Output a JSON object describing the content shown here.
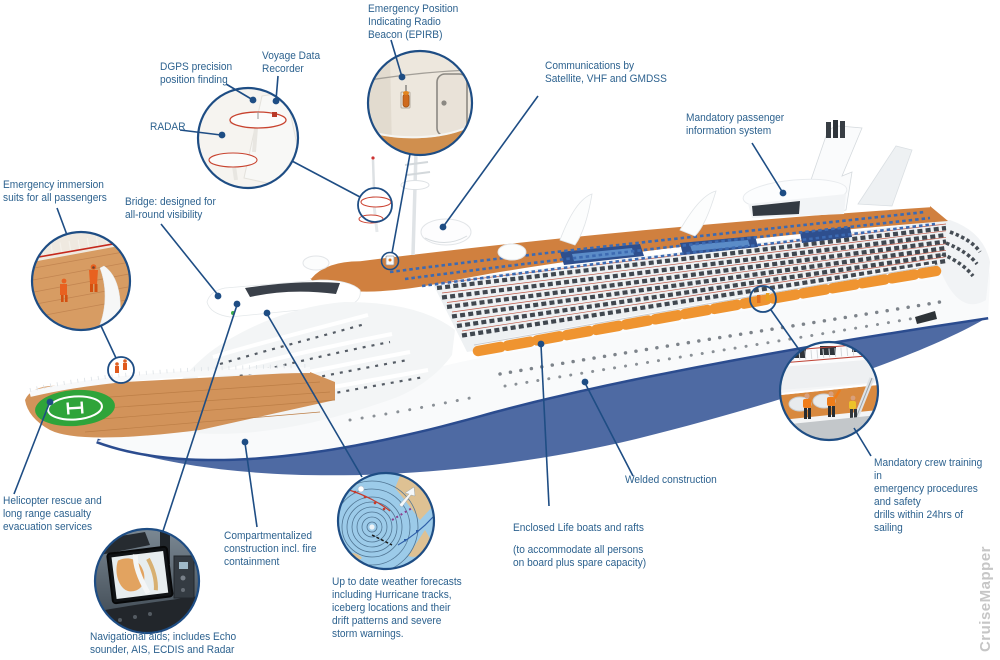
{
  "watermark": "CruiseMapper",
  "callouts": {
    "epirb": {
      "label": "Emergency Position\nIndicating Radio\nBeacon (EPIRB)"
    },
    "vdr": {
      "label": "Voyage Data\nRecorder"
    },
    "dgps": {
      "label": "DGPS precision\nposition finding"
    },
    "radar": {
      "label": "RADAR"
    },
    "comms": {
      "label": "Communications by\nSatellite, VHF and GMDSS"
    },
    "passenger_info": {
      "label": "Mandatory passenger\ninformation system"
    },
    "immersion_suits": {
      "label": "Emergency immersion\nsuits for all passengers"
    },
    "bridge": {
      "label": "Bridge: designed for\nall-round visibility"
    },
    "helicopter": {
      "label": "Helicopter rescue and\nlong range casualty\nevacuation services"
    },
    "nav_aids": {
      "label": "Navigational aids; includes Echo\nsounder, AIS, ECDIS and Radar"
    },
    "compartmentalized": {
      "label": "Compartmentalized\nconstruction incl. fire\ncontainment"
    },
    "weather": {
      "label": "Up to date weather forecasts\nincluding Hurricane tracks,\niceberg locations and their\ndrift patterns and severe\nstorm warnings."
    },
    "lifeboats": {
      "label": "Enclosed Life boats and rafts",
      "sublabel": "(to accommodate all persons\non board plus spare capacity)"
    },
    "welded": {
      "label": "Welded construction"
    },
    "crew_training": {
      "label": "Mandatory crew training in\nemergency procedures and safety\ndrills within 24hrs of sailing"
    }
  },
  "colors": {
    "label_text": "#2d628f",
    "connector_line": "#1e4d84",
    "hull_underwater_blue": "#4e6aa3",
    "waterline_navy": "#2b4c8f",
    "deck_orange": "#d0803f",
    "lifeboat_orange": "#ef9430",
    "helipad_green": "#2fa43a",
    "watermark_gray": "#c6c6c6"
  }
}
